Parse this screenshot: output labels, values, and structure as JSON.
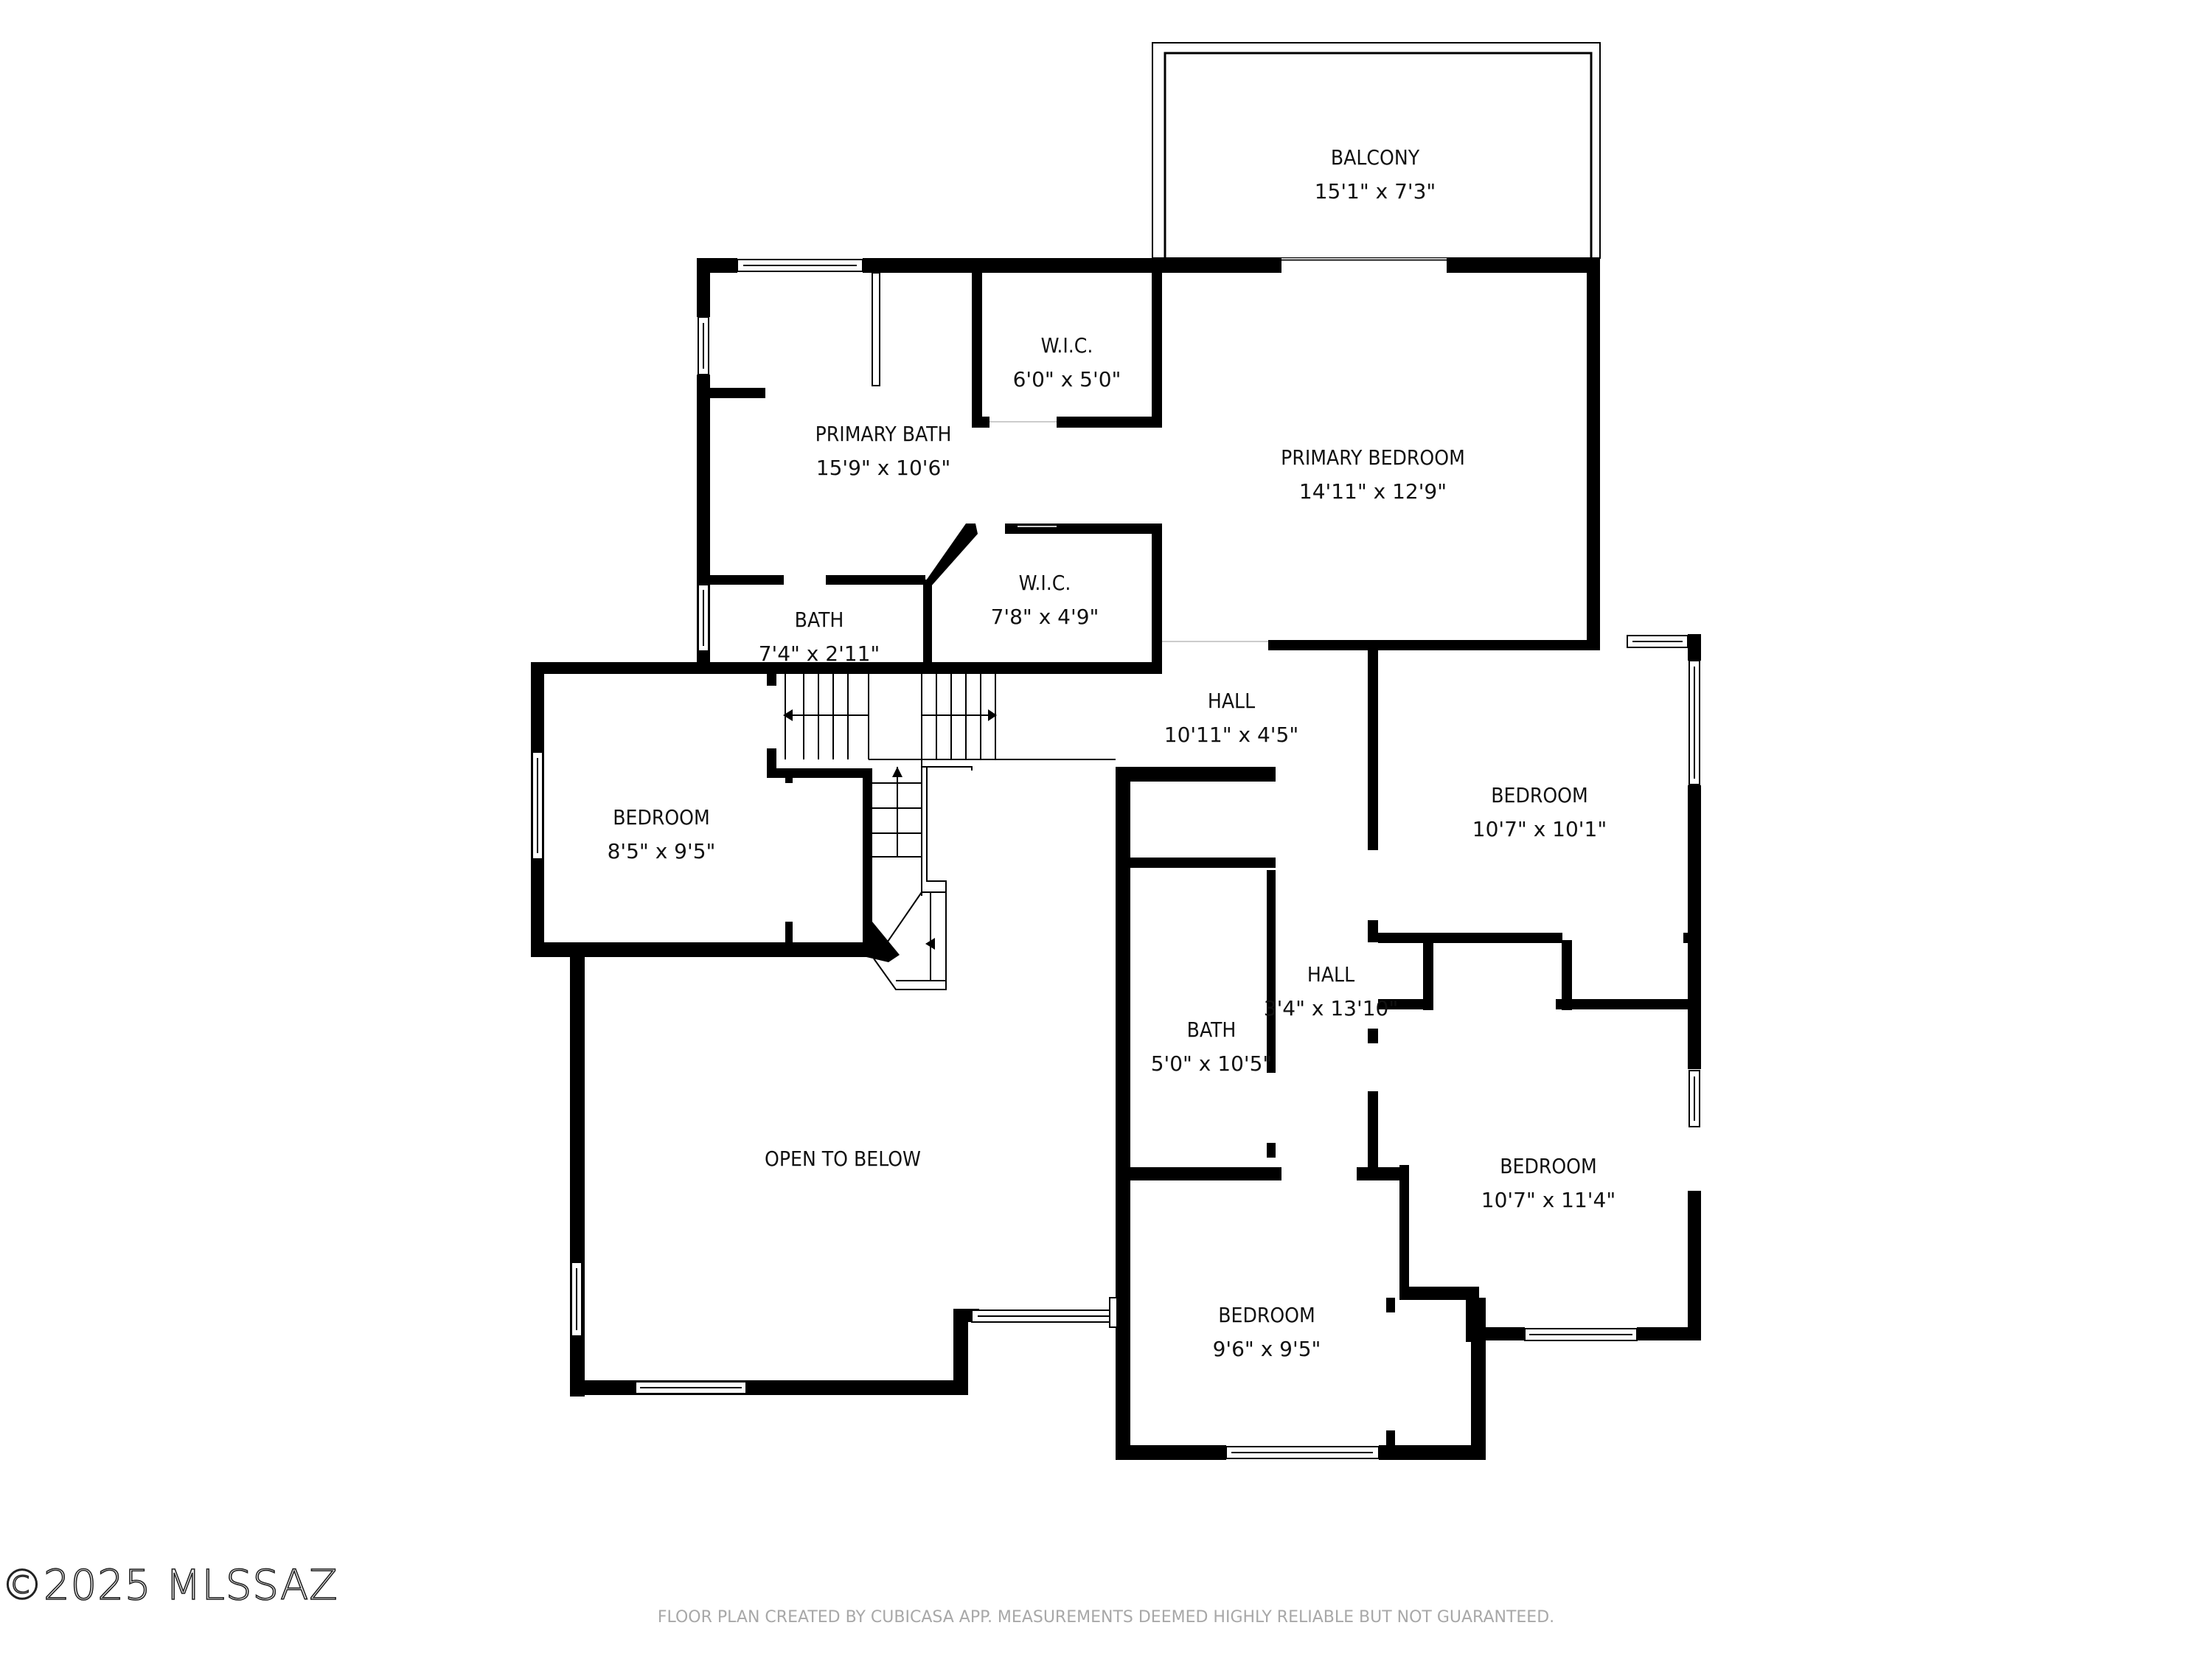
{
  "plan": {
    "rooms": [
      {
        "name": "BALCONY",
        "dims": "15'1\" x 7'3\""
      },
      {
        "name": "W.I.C.",
        "dims": "6'0\" x 5'0\""
      },
      {
        "name": "PRIMARY BATH",
        "dims": "15'9\" x 10'6\""
      },
      {
        "name": "PRIMARY BEDROOM",
        "dims": "14'11\" x 12'9\""
      },
      {
        "name": "W.I.C.",
        "dims": "7'8\" x 4'9\""
      },
      {
        "name": "BATH",
        "dims": "7'4\" x 2'11\""
      },
      {
        "name": "HALL",
        "dims": "10'11\" x 4'5\""
      },
      {
        "name": "BEDROOM",
        "dims": "8'5\" x 9'5\""
      },
      {
        "name": "BEDROOM",
        "dims": "10'7\" x 10'1\""
      },
      {
        "name": "HALL",
        "dims": "3'4\" x 13'10\""
      },
      {
        "name": "BATH",
        "dims": "5'0\" x 10'5\""
      },
      {
        "name": "OPEN TO BELOW",
        "dims": ""
      },
      {
        "name": "BEDROOM",
        "dims": "10'7\" x 11'4\""
      },
      {
        "name": "BEDROOM",
        "dims": "9'6\" x 9'5\""
      }
    ]
  },
  "watermark": "©2025 MLSSAZ",
  "footer": "FLOOR PLAN CREATED BY CUBICASA APP. MEASUREMENTS DEEMED HIGHLY RELIABLE BUT NOT GUARANTEED.",
  "colors": {
    "wall": "#000000",
    "background": "#ffffff",
    "footer_text": "#a8a8a8"
  }
}
